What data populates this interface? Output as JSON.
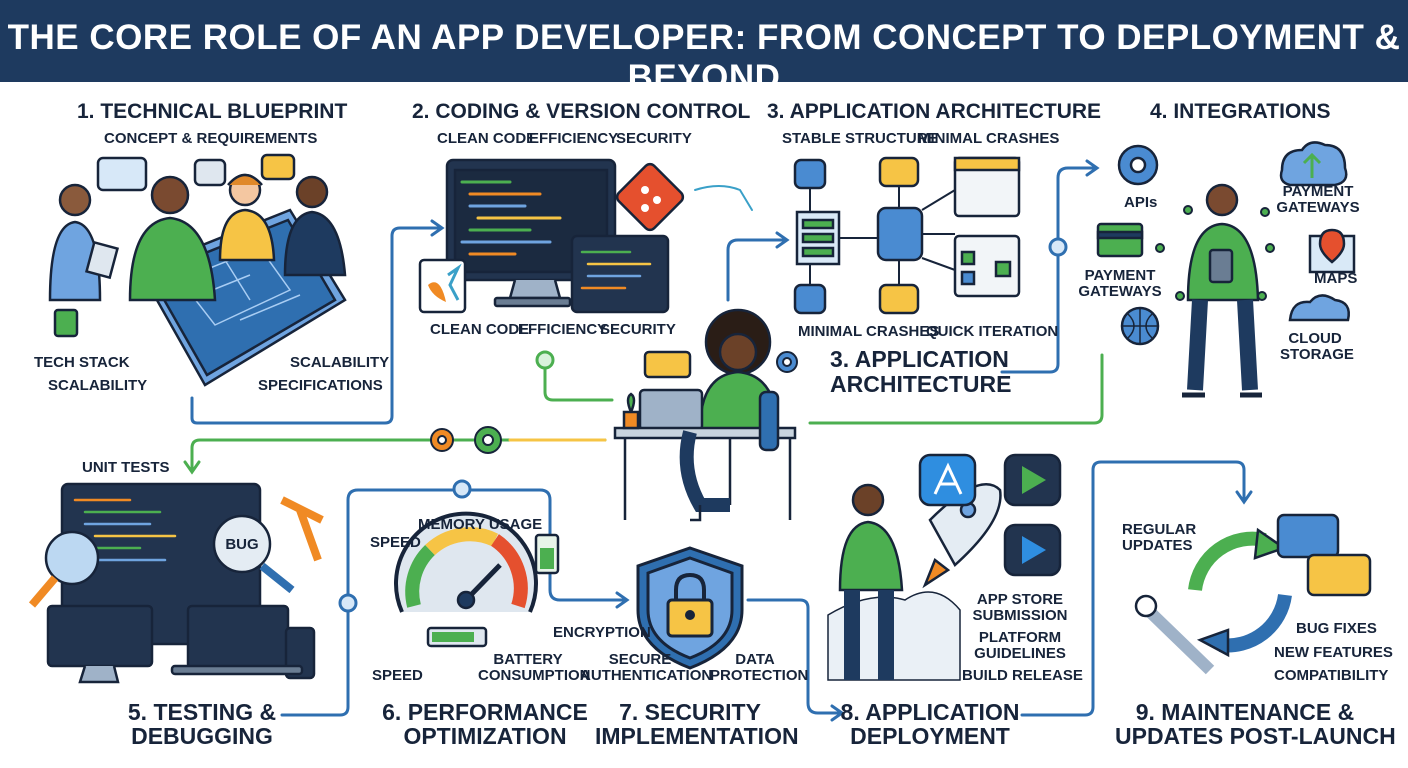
{
  "title": "THE CORE ROLE OF AN APP DEVELOPER: FROM CONCEPT TO DEPLOYMENT & BEYOND",
  "sections": {
    "s1": {
      "heading": "1. TECHNICAL BLUEPRINT",
      "subheading": "CONCEPT & REQUIREMENTS",
      "labels": [
        "TECH STACK",
        "SCALABILITY",
        "SCALABILITY",
        "SPECIFICATIONS"
      ]
    },
    "s2": {
      "heading": "2. CODING & VERSION CONTROL",
      "top_labels": [
        "CLEAN CODE",
        "EFFICIENCY",
        "SECURITY"
      ],
      "bottom_labels": [
        "CLEAN CODE",
        "EFFICIENCY",
        "SECURITY"
      ]
    },
    "s3": {
      "heading": "3. APPLICATION ARCHITECTURE",
      "top_labels": [
        "STABLE STRUCTURE",
        "MINIMAL CRASHES"
      ],
      "bottom_labels": [
        "MINIMAL CRASHES",
        "QUICK ITERATION"
      ],
      "repeat_heading_line1": "3. APPLICATION",
      "repeat_heading_line2": "ARCHITECTURE"
    },
    "s4": {
      "heading": "4. INTEGRATIONS",
      "labels": {
        "apis": "APIs",
        "payment_top_1": "PAYMENT",
        "payment_top_2": "GATEWAYS",
        "payment_left_1": "PAYMENT",
        "payment_left_2": "GATEWAYS",
        "maps": "MAPS",
        "cloud_1": "CLOUD",
        "cloud_2": "STORAGE"
      }
    },
    "s5": {
      "label": "UNIT TESTS",
      "bug": "BUG",
      "heading_line1": "5. TESTING &",
      "heading_line2": "DEBUGGING"
    },
    "s6": {
      "labels": {
        "memory": "MEMORY USAGE",
        "speed_top": "SPEED",
        "speed_bottom": "SPEED",
        "battery_1": "BATTERY",
        "battery_2": "CONSUMPTION"
      },
      "heading_line1": "6. PERFORMANCE",
      "heading_line2": "OPTIMIZATION"
    },
    "s7": {
      "labels": {
        "encryption": "ENCRYPTION",
        "secure_1": "SECURE",
        "secure_2": "AUTHENTICATION",
        "data_1": "DATA",
        "data_2": "PROTECTION"
      },
      "heading_line1": "7. SECURITY",
      "heading_line2": "IMPLEMENTATION"
    },
    "s8": {
      "labels": {
        "app_store_1": "APP STORE",
        "app_store_2": "SUBMISSION",
        "platform_1": "PLATFORM",
        "platform_2": "GUIDELINES",
        "build": "BUILD RELEASE"
      },
      "heading_line1": "8. APPLICATION",
      "heading_line2": "DEPLOYMENT"
    },
    "s9": {
      "labels": {
        "regular_1": "REGULAR",
        "regular_2": "UPDATES",
        "bug_fixes": "BUG FIXES",
        "new_features": "NEW FEATURES",
        "compatibility": "COMPATIBILITY"
      },
      "heading_line1": "9. MAINTENANCE &",
      "heading_line2": "UPDATES POST-LAUNCH"
    }
  },
  "colors": {
    "header": "#1e3a5f",
    "navy": "#1e3a5f",
    "green": "#4caf50",
    "blue": "#2f6fb0",
    "orange": "#f08a24",
    "yellow": "#f6c445",
    "screen": "#22344f"
  }
}
